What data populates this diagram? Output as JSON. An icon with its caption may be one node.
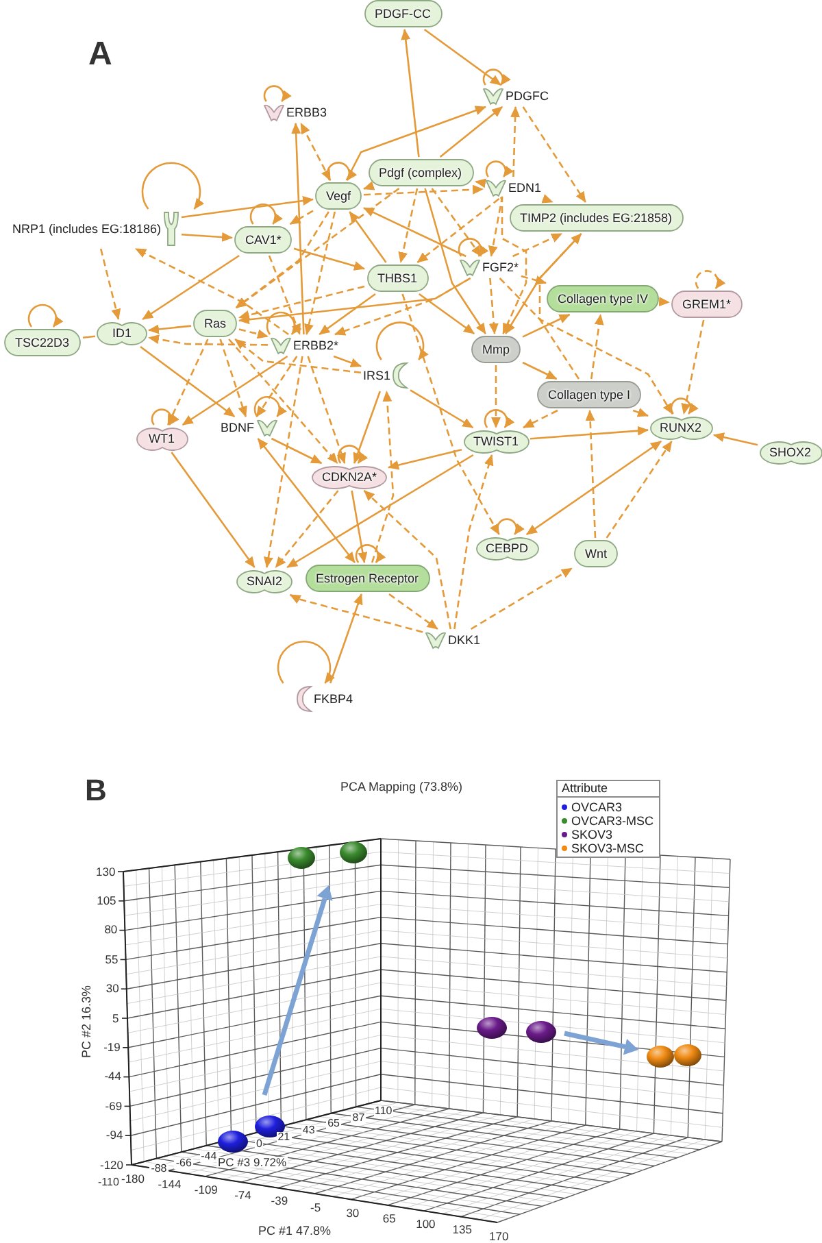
{
  "diagram": {
    "nodes": [
      {
        "text": [
          "PDGF-CC"
        ]
      },
      {
        "text": [
          "ERBB3"
        ]
      },
      {
        "text": [
          "PDGFC"
        ]
      },
      {
        "text": [
          "Pdgf (complex)"
        ]
      },
      {
        "text": [
          "EDN1"
        ]
      },
      {
        "text": [
          "Vegf"
        ]
      },
      {
        "text": [
          "TIMP2 (includes EG:21858)"
        ]
      },
      {
        "text": [
          "NRP1 (includes EG:18186)"
        ]
      },
      {
        "text": [
          "CAV1*"
        ]
      },
      {
        "text": [
          "FGF2*"
        ]
      },
      {
        "text": [
          "THBS1"
        ]
      },
      {
        "text": [
          "Collagen type IV"
        ]
      },
      {
        "text": [
          "GREM1*"
        ]
      },
      {
        "text": [
          "Ras"
        ]
      },
      {
        "text": [
          "ID1"
        ]
      },
      {
        "text": [
          "TSC22D3"
        ]
      },
      {
        "text": [
          "ERBB2*"
        ]
      },
      {
        "text": [
          "Mmp"
        ]
      },
      {
        "text": [
          "IRS1"
        ]
      },
      {
        "text": [
          "Collagen type I"
        ]
      },
      {
        "text": [
          "RUNX2"
        ]
      },
      {
        "text": [
          "BDNF"
        ]
      },
      {
        "text": [
          "WT1"
        ]
      },
      {
        "text": [
          "TWIST1"
        ]
      },
      {
        "text": [
          "SHOX2"
        ]
      },
      {
        "text": [
          "CDKN2A*"
        ]
      },
      {
        "text": [
          "CEBPD"
        ]
      },
      {
        "text": [
          "Wnt"
        ]
      },
      {
        "text": [
          "Estrogen Receptor"
        ]
      },
      {
        "text": [
          "SNAI2"
        ]
      },
      {
        "text": [
          "DKK1"
        ]
      },
      {
        "text": [
          "FKBP4"
        ]
      }
    ],
    "edges": [
      {
        "from": 0,
        "to": 2,
        "arrow": "to"
      },
      {
        "from": 3,
        "to": 0,
        "arrow": "to"
      },
      {
        "from": 5,
        "to": 2,
        "arrow": "to"
      },
      {
        "from": 3,
        "to": 2,
        "arrow": "to"
      },
      {
        "from": 2,
        "to": 2,
        "arrow": "to"
      },
      {
        "from": 4,
        "to": 2,
        "arrow": "to",
        "style": "dashed"
      },
      {
        "from": 2,
        "to": 6,
        "arrow": "to",
        "style": "dashed"
      },
      {
        "from": 4,
        "to": 6,
        "arrow": "to",
        "style": "dashed"
      },
      {
        "from": 4,
        "to": 4,
        "arrow": "to"
      },
      {
        "from": 4,
        "to": 3,
        "arrow": "to",
        "style": "dashed"
      },
      {
        "from": 1,
        "to": 1,
        "arrow": "to"
      },
      {
        "from": 5,
        "to": 1,
        "arrow": "both",
        "style": "dashed"
      },
      {
        "from": 16,
        "to": 1,
        "arrow": "to"
      },
      {
        "from": 5,
        "to": 5,
        "arrow": "to"
      },
      {
        "from": 3,
        "to": 5,
        "arrow": "to"
      },
      {
        "from": 7,
        "to": 5,
        "arrow": "to"
      },
      {
        "from": 7,
        "to": 8,
        "arrow": "to"
      },
      {
        "from": 7,
        "to": 7,
        "arrow": "to"
      },
      {
        "from": 7,
        "to": 14,
        "arrow": "to",
        "style": "dashed"
      },
      {
        "from": 8,
        "to": 8,
        "arrow": "to"
      },
      {
        "from": 8,
        "to": 14,
        "arrow": "to"
      },
      {
        "from": 15,
        "to": 14,
        "arrow": "none"
      },
      {
        "from": 15,
        "to": 15,
        "arrow": "to"
      },
      {
        "from": 13,
        "to": 14,
        "arrow": "to"
      },
      {
        "from": 16,
        "to": 14,
        "arrow": "to",
        "style": "dashed"
      },
      {
        "from": 14,
        "to": 21,
        "arrow": "to"
      },
      {
        "from": 13,
        "to": 22,
        "arrow": "to",
        "style": "dashed"
      },
      {
        "from": 16,
        "to": 22,
        "arrow": "to"
      },
      {
        "from": 22,
        "to": 29,
        "arrow": "to"
      },
      {
        "from": 22,
        "to": 22,
        "arrow": "to"
      },
      {
        "from": 21,
        "to": 21,
        "arrow": "to"
      },
      {
        "from": 21,
        "to": 25,
        "arrow": "to"
      },
      {
        "from": 21,
        "to": 28,
        "arrow": "both"
      },
      {
        "from": 25,
        "to": 25,
        "arrow": "to"
      },
      {
        "from": 25,
        "to": 28,
        "arrow": "to"
      },
      {
        "from": 25,
        "to": 29,
        "arrow": "to",
        "style": "dashed"
      },
      {
        "from": 16,
        "to": 29,
        "arrow": "to",
        "style": "dashed"
      },
      {
        "from": 23,
        "to": 29,
        "arrow": "to"
      },
      {
        "from": 30,
        "to": 29,
        "arrow": "to",
        "style": "dashed"
      },
      {
        "from": 31,
        "to": 28,
        "arrow": "to"
      },
      {
        "from": 31,
        "to": 31,
        "arrow": "to"
      },
      {
        "from": 28,
        "to": 28,
        "arrow": "to"
      },
      {
        "from": 28,
        "to": 30,
        "arrow": "to",
        "style": "dashed"
      },
      {
        "from": 18,
        "to": 25,
        "arrow": "to"
      },
      {
        "from": 23,
        "to": 25,
        "arrow": "to"
      },
      {
        "from": 30,
        "to": 25,
        "arrow": "to",
        "style": "dashed"
      },
      {
        "from": 28,
        "to": 18,
        "arrow": "to",
        "style": "dashed"
      },
      {
        "from": 23,
        "to": 20,
        "arrow": "to"
      },
      {
        "from": 24,
        "to": 20,
        "arrow": "to"
      },
      {
        "from": 20,
        "to": 26,
        "arrow": "both"
      },
      {
        "from": 27,
        "to": 20,
        "arrow": "to",
        "style": "dashed"
      },
      {
        "from": 27,
        "to": 19,
        "arrow": "to",
        "style": "dashed"
      },
      {
        "from": 30,
        "to": 27,
        "arrow": "to",
        "style": "dashed"
      },
      {
        "from": 30,
        "to": 23,
        "arrow": "to",
        "style": "dashed"
      },
      {
        "from": 19,
        "to": 20,
        "arrow": "to",
        "style": "dashed"
      },
      {
        "from": 19,
        "to": 23,
        "arrow": "to",
        "style": "dashed"
      },
      {
        "from": 23,
        "to": 23,
        "arrow": "to"
      },
      {
        "from": 26,
        "to": 26,
        "arrow": "to"
      },
      {
        "from": 20,
        "to": 20,
        "arrow": "to"
      },
      {
        "from": 12,
        "to": 20,
        "arrow": "to",
        "style": "dashed"
      },
      {
        "from": 9,
        "to": 20,
        "arrow": "to",
        "style": "dashed"
      },
      {
        "from": 19,
        "to": 11,
        "arrow": "to",
        "style": "dashed"
      },
      {
        "from": 19,
        "to": 6,
        "arrow": "to",
        "style": "dashed"
      },
      {
        "from": 6,
        "to": 17,
        "arrow": "to"
      },
      {
        "from": 17,
        "to": 11,
        "arrow": "to"
      },
      {
        "from": 9,
        "to": 11,
        "arrow": "to",
        "style": "dashed"
      },
      {
        "from": 11,
        "to": 12,
        "arrow": "to",
        "style": "dashed"
      },
      {
        "from": 12,
        "to": 12,
        "arrow": "to",
        "style": "dashed"
      },
      {
        "from": 9,
        "to": 6,
        "arrow": "to",
        "style": "dashed"
      },
      {
        "from": 9,
        "to": 9,
        "arrow": "to"
      },
      {
        "from": 9,
        "to": 17,
        "arrow": "to",
        "style": "dashed"
      },
      {
        "from": 4,
        "to": 17,
        "arrow": "to",
        "style": "dashed"
      },
      {
        "from": 4,
        "to": 9,
        "arrow": "to",
        "style": "dashed"
      },
      {
        "from": 3,
        "to": 9,
        "arrow": "to",
        "style": "dashed"
      },
      {
        "from": 3,
        "to": 17,
        "arrow": "to"
      },
      {
        "from": 5,
        "to": 4,
        "arrow": "to",
        "style": "dashed"
      },
      {
        "from": 5,
        "to": 8,
        "arrow": "to",
        "style": "dashed"
      },
      {
        "from": 10,
        "to": 5,
        "arrow": "to"
      },
      {
        "from": 9,
        "to": 5,
        "arrow": "to"
      },
      {
        "from": 5,
        "to": 13,
        "arrow": "to",
        "style": "dashed"
      },
      {
        "from": 5,
        "to": 16,
        "arrow": "to",
        "style": "dashed"
      },
      {
        "from": 3,
        "to": 13,
        "arrow": "to",
        "style": "dashed"
      },
      {
        "from": 8,
        "to": 10,
        "arrow": "to"
      },
      {
        "from": 8,
        "to": 16,
        "arrow": "to",
        "style": "dashed"
      },
      {
        "from": 10,
        "to": 13,
        "arrow": "to",
        "style": "dashed"
      },
      {
        "from": 10,
        "to": 16,
        "arrow": "to"
      },
      {
        "from": 10,
        "to": 17,
        "arrow": "to"
      },
      {
        "from": 9,
        "to": 13,
        "arrow": "to"
      },
      {
        "from": 9,
        "to": 16,
        "arrow": "to",
        "style": "dashed"
      },
      {
        "from": 16,
        "to": 18,
        "arrow": "to"
      },
      {
        "from": 13,
        "to": 16,
        "arrow": "to",
        "style": "dashed"
      },
      {
        "from": 13,
        "to": 21,
        "arrow": "to",
        "style": "dashed"
      },
      {
        "from": 18,
        "to": 13,
        "arrow": "to",
        "style": "dashed"
      },
      {
        "from": 4,
        "to": 10,
        "arrow": "to",
        "style": "dashed"
      },
      {
        "from": 16,
        "to": 25,
        "arrow": "to",
        "style": "dashed"
      },
      {
        "from": 13,
        "to": 25,
        "arrow": "to",
        "style": "dashed"
      },
      {
        "from": 17,
        "to": 23,
        "arrow": "to",
        "style": "dashed"
      },
      {
        "from": 18,
        "to": 23,
        "arrow": "to"
      },
      {
        "from": 16,
        "to": 7,
        "arrow": "to",
        "style": "dashed"
      },
      {
        "from": 10,
        "to": 26,
        "arrow": "to",
        "style": "dashed"
      },
      {
        "from": 17,
        "to": 19,
        "arrow": "to"
      },
      {
        "from": 16,
        "to": 16,
        "arrow": "to"
      },
      {
        "from": 18,
        "to": 18,
        "arrow": "to"
      },
      {
        "from": 16,
        "to": 21,
        "arrow": "to",
        "style": "dashed"
      },
      {
        "from": 3,
        "to": 10,
        "arrow": "to",
        "style": "dashed"
      }
    ],
    "labels": [
      "A",
      "B",
      "PCA Mapping (73.8%)",
      "Attribute",
      "130",
      "105",
      "80",
      "55",
      "30",
      "5",
      "-19",
      "-44",
      "-69",
      "-94",
      "-120",
      "PC #2 16.3%",
      "-110",
      "-88",
      "-66",
      "-44",
      "0",
      "21",
      "43",
      "65",
      "87",
      "110",
      "PC #3 9.72%",
      "-180",
      "-144",
      "-109",
      "-74",
      "-39",
      "-5",
      "30",
      "65",
      "100",
      "135",
      "170",
      "PC #1 47.8%"
    ],
    "legend": [
      {
        "text": "OVCAR3",
        "color": "#1f1fdd"
      },
      {
        "text": "OVCAR3-MSC",
        "color": "#3a8a2e"
      },
      {
        "text": "SKOV3",
        "color": "#6a1b8a"
      },
      {
        "text": "SKOV3-MSC",
        "color": "#ef8a12"
      }
    ]
  }
}
